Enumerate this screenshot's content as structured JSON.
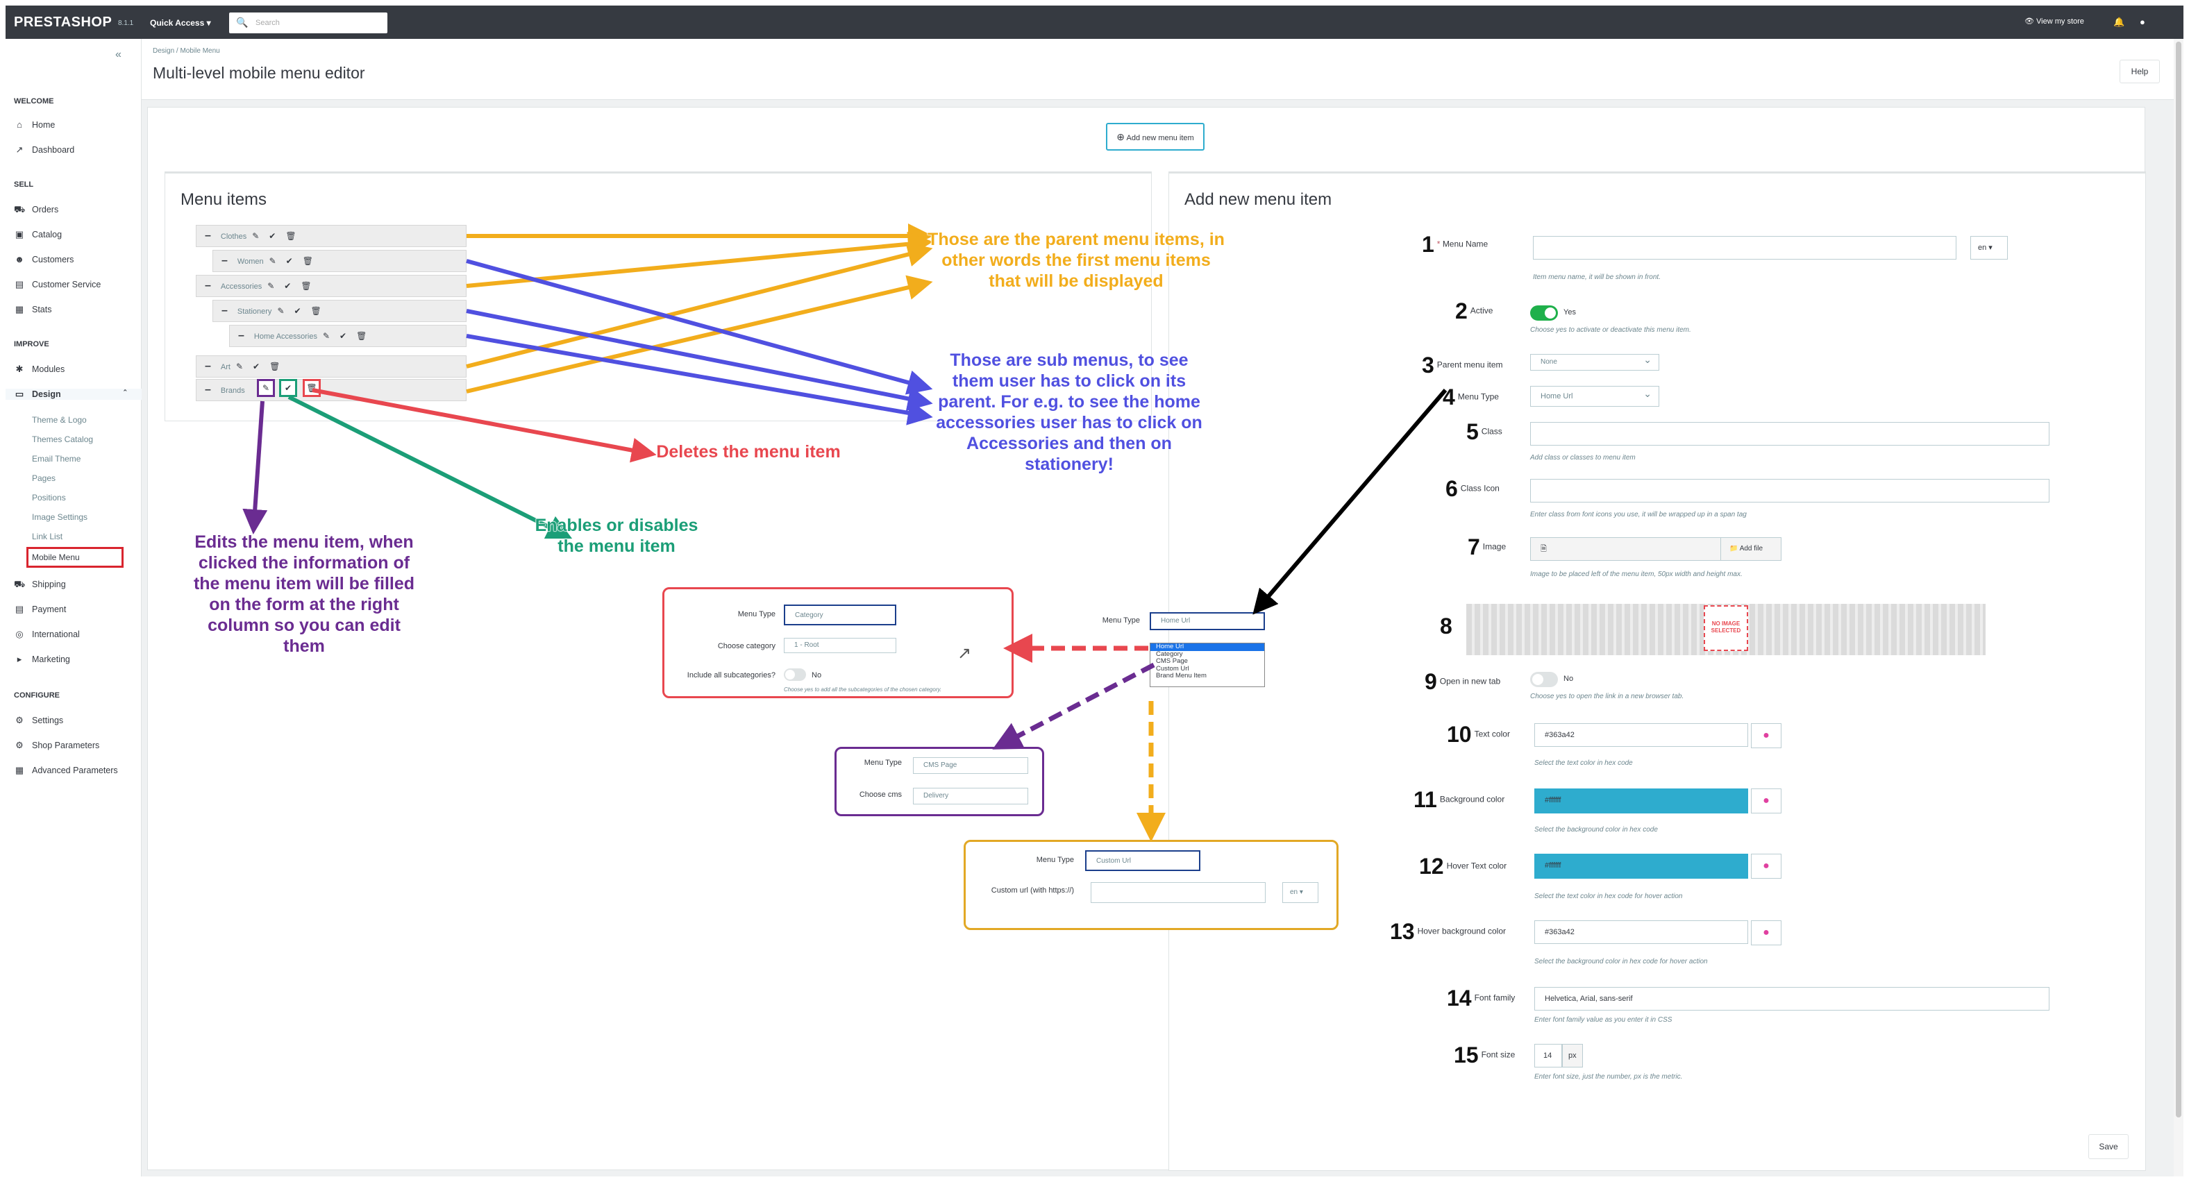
{
  "topbar": {
    "logo": "PRESTASHOP",
    "version": "8.1.1",
    "quick_access": "Quick Access ▾",
    "search_placeholder": "Search",
    "view_store": "View my store"
  },
  "sidebar": {
    "sections": {
      "welcome": "WELCOME",
      "sell": "SELL",
      "improve": "IMPROVE",
      "configure": "CONFIGURE"
    },
    "items": {
      "home": "Home",
      "dashboard": "Dashboard",
      "orders": "Orders",
      "catalog": "Catalog",
      "customers": "Customers",
      "customer_service": "Customer Service",
      "stats": "Stats",
      "modules": "Modules",
      "design": "Design",
      "shipping": "Shipping",
      "payment": "Payment",
      "international": "International",
      "marketing": "Marketing",
      "settings": "Settings",
      "shop_parameters": "Shop Parameters",
      "advanced_parameters": "Advanced Parameters"
    },
    "design_sub": {
      "theme_logo": "Theme & Logo",
      "themes_catalog": "Themes Catalog",
      "email_theme": "Email Theme",
      "pages": "Pages",
      "positions": "Positions",
      "image_settings": "Image Settings",
      "link_list": "Link List",
      "mobile_menu": "Mobile Menu"
    }
  },
  "header": {
    "breadcrumb": "Design  /  Mobile Menu",
    "title": "Multi-level mobile menu editor",
    "help": "Help"
  },
  "card": {
    "add_new_menu_item_button": "Add new menu item",
    "left_title": "Menu items",
    "right_title": "Add new menu item",
    "save": "Save"
  },
  "menu_tree": {
    "clothes": "Clothes",
    "women": "Women",
    "accessories": "Accessories",
    "stationery": "Stationery",
    "home_accessories": "Home Accessories",
    "art": "Art",
    "brands": "Brands"
  },
  "form": {
    "menu_name": {
      "num": "1",
      "label": "Menu Name",
      "lang": "en ▾",
      "help": "Item menu name, it will be shown in front."
    },
    "active": {
      "num": "2",
      "label": "Active",
      "value": "Yes",
      "help": "Choose yes to activate or deactivate this menu item."
    },
    "parent": {
      "num": "3",
      "label": "Parent menu item",
      "value": "None"
    },
    "menu_type": {
      "num": "4",
      "label": "Menu Type",
      "value": "Home Url"
    },
    "class": {
      "num": "5",
      "label": "Class",
      "help": "Add class or classes to menu item"
    },
    "class_icon": {
      "num": "6",
      "label": "Class Icon",
      "help": "Enter class from font icons you use, it will be wrapped up in a span tag"
    },
    "image": {
      "num": "7",
      "label": "Image",
      "add_file": "Add file",
      "help": "Image to be placed left of the menu item, 50px width and height max."
    },
    "preview": {
      "num": "8",
      "text": "NO IMAGE SELECTED"
    },
    "open_new_tab": {
      "num": "9",
      "label": "Open in new tab",
      "value": "No",
      "help": "Choose yes to open the link in a new browser tab."
    },
    "text_color": {
      "num": "10",
      "label": "Text color",
      "value": "#363a42",
      "help": "Select the text color in hex code"
    },
    "bg_color": {
      "num": "11",
      "label": "Background color",
      "value": "#ffffff",
      "help": "Select the background color in hex code",
      "swatch": "#2eacce"
    },
    "hover_text_color": {
      "num": "12",
      "label": "Hover Text color",
      "value": "#ffffff",
      "help": "Select the text color in hex code for hover action",
      "swatch": "#2eacce"
    },
    "hover_bg_color": {
      "num": "13",
      "label": "Hover background color",
      "value": "#363a42",
      "help": "Select the background color in hex code for hover action"
    },
    "font_family": {
      "num": "14",
      "label": "Font family",
      "value": "Helvetica, Arial, sans-serif",
      "help": "Enter font family value as you enter it in CSS"
    },
    "font_size": {
      "num": "15",
      "label": "Font size",
      "value": "14",
      "unit": "px",
      "help": "Enter font size, just the number, px is the metric."
    }
  },
  "annotations": {
    "parent_items": "Those are the parent menu items, in other words the first menu items that will be displayed",
    "sub_menus": "Those are sub menus, to see them user has to click on its parent. For e.g. to see the home accessories user has to click on Accessories and then on stationery!",
    "deletes": "Deletes the menu item",
    "enables": "Enables or disables the menu item",
    "edits": "Edits the menu item, when clicked the information of the menu item will be filled on the form at the right column so you can edit them"
  },
  "popups": {
    "category": {
      "menu_type_label": "Menu Type",
      "menu_type_value": "Category",
      "choose_category_label": "Choose category",
      "choose_category_value": "1 - Root",
      "include_sub_label": "Include all subcategories?",
      "include_sub_value": "No",
      "help": "Choose yes to add all the subcategories of the chosen category."
    },
    "cms": {
      "menu_type_label": "Menu Type",
      "menu_type_value": "CMS Page",
      "choose_cms_label": "Choose cms",
      "choose_cms_value": "Delivery"
    },
    "custom": {
      "menu_type_label": "Menu Type",
      "menu_type_value": "Custom Url",
      "custom_url_label": "Custom url (with https://)",
      "lang": "en ▾"
    },
    "dropdown": {
      "label": "Menu Type",
      "value": "Home Url",
      "options": [
        "Home Url",
        "Category",
        "CMS Page",
        "Custom Url",
        "Brand Menu Item"
      ]
    }
  },
  "colors": {
    "topbar": "#363a41",
    "accent": "#25b9d7",
    "annotation_orange": "#f2ad1c",
    "annotation_blue": "#5050e0",
    "annotation_red": "#e8474f",
    "annotation_green": "#1b9e77",
    "annotation_purple": "#6a2c91"
  }
}
